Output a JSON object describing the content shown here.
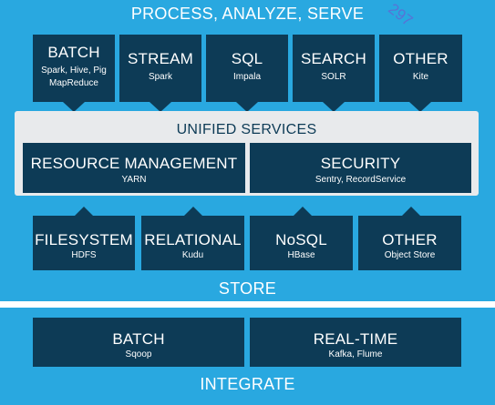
{
  "headers": {
    "process": "PROCESS, ANALYZE, SERVE",
    "store": "STORE",
    "integrate": "INTEGRATE"
  },
  "watermark": "297",
  "process": [
    {
      "title": "BATCH",
      "lines": [
        "Spark, Hive, Pig",
        "MapReduce"
      ]
    },
    {
      "title": "STREAM",
      "lines": [
        "Spark"
      ]
    },
    {
      "title": "SQL",
      "lines": [
        "Impala"
      ]
    },
    {
      "title": "SEARCH",
      "lines": [
        "SOLR"
      ]
    },
    {
      "title": "OTHER",
      "lines": [
        "Kite"
      ]
    }
  ],
  "unified": {
    "title": "UNIFIED SERVICES",
    "resource": {
      "title": "RESOURCE MANAGEMENT",
      "sub": "YARN"
    },
    "security": {
      "title": "SECURITY",
      "sub": "Sentry, RecordService"
    }
  },
  "store": [
    {
      "title": "FILESYSTEM",
      "sub": "HDFS"
    },
    {
      "title": "RELATIONAL",
      "sub": "Kudu"
    },
    {
      "title": "NoSQL",
      "sub": "HBase"
    },
    {
      "title": "OTHER",
      "sub": "Object Store"
    }
  ],
  "integrate": [
    {
      "title": "BATCH",
      "sub": "Sqoop"
    },
    {
      "title": "REAL-TIME",
      "sub": "Kafka, Flume"
    }
  ],
  "colors": {
    "band": "#29a8e0",
    "box": "#0d3b56",
    "unified_panel": "#e8eaec"
  }
}
